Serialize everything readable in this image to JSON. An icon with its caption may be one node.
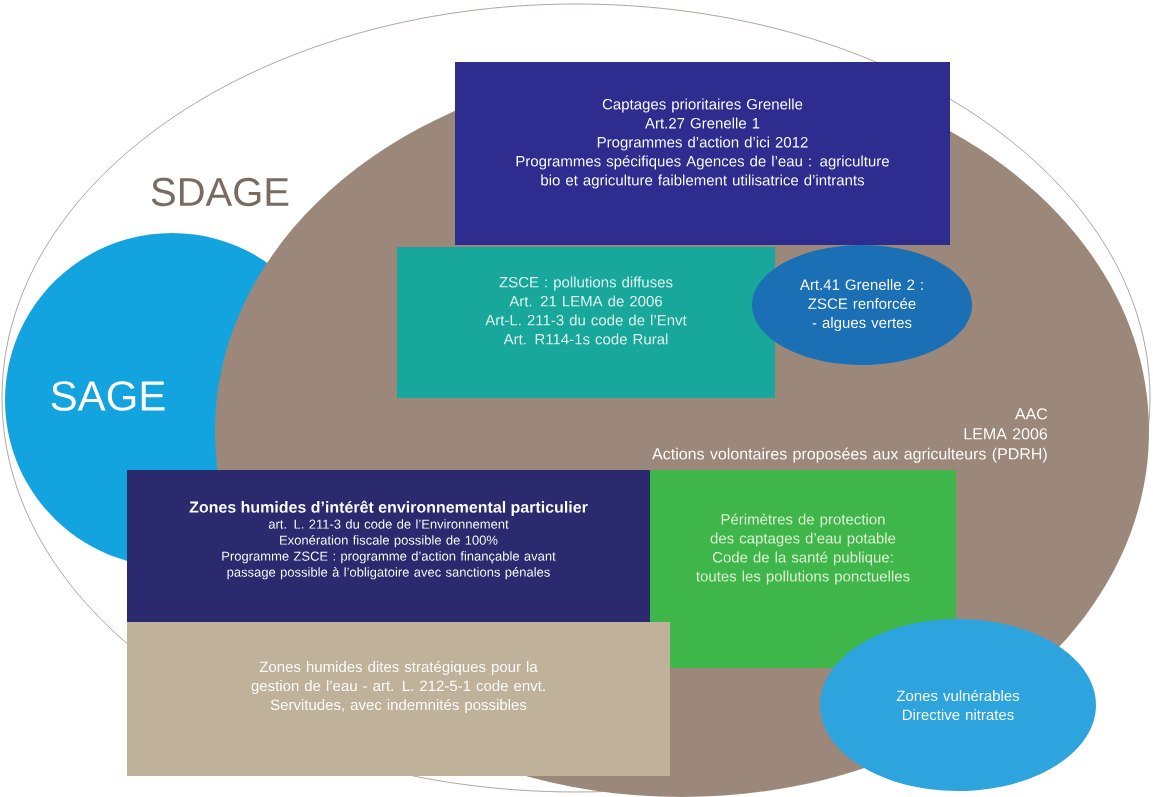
{
  "diagram": {
    "nodes": [
      {
        "text": [
          "SDAGE"
        ]
      },
      {
        "text": [
          "SAGE"
        ],
        "in": 0
      },
      {
        "text": [
          "AAC",
          "LEMA 2006",
          "Actions volontaires proposées aux agriculteurs (PDRH)"
        ],
        "in": 0
      },
      {
        "text": [
          "Captages prioritaires Grenelle",
          "Art.27 Grenelle 1",
          "Programmes d’action d’ici 2012",
          "Programmes spécifiques Agences de l’eau : agriculture bio et agriculture faiblement utilisatrice d’intrants"
        ],
        "in": 2
      },
      {
        "text": [
          "ZSCE : pollutions diffuses",
          "Art. 21 LEMA de 2006",
          "Art-L. 211-3 du code de l’Envt",
          "Art. R114-1s code Rural"
        ],
        "in": 2
      },
      {
        "text": [
          "Art.41 Grenelle 2 :",
          "ZSCE renforcée - algues vertes"
        ],
        "in": 2
      },
      {
        "text": [
          "Zones humides d’intérêt environnemental particulier",
          "art. L. 211-3 du code de l’Environnement",
          "Exonération fiscale possible de 100%",
          "Programme ZSCE : programme d’action finançable avant passage possible à l’obligatoire avec sanctions pénales"
        ],
        "in": 0
      },
      {
        "text": [
          "Périmètres de protection des captages d’eau potable",
          "Code de la santé publique: toutes les pollutions ponctuelles"
        ],
        "in": 2
      },
      {
        "text": [
          "Zones humides dites stratégiques pour la gestion de l’eau - art. L. 212-5-1 code envt.",
          "Servitudes, avec indemnités possibles"
        ],
        "in": 0
      },
      {
        "text": [
          "Zones vulnérables Directive nitrates"
        ],
        "in": 2
      }
    ]
  }
}
